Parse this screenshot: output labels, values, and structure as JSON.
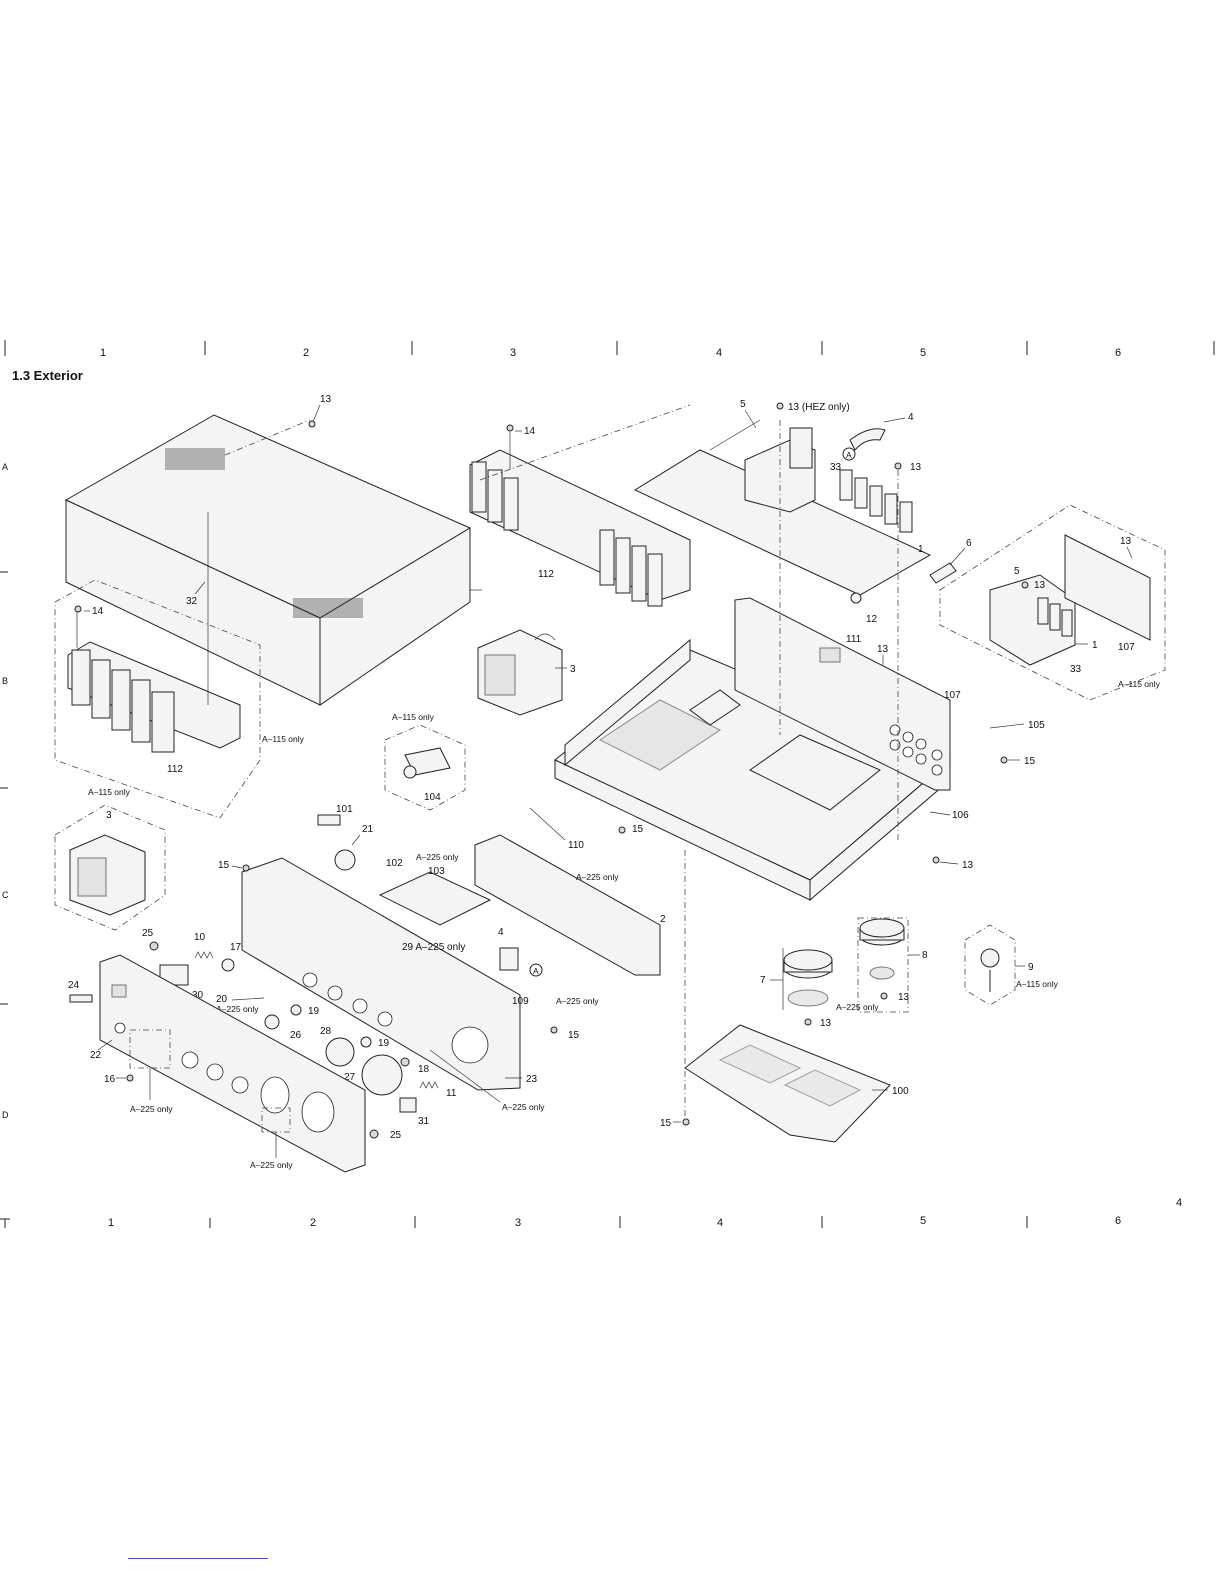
{
  "section_title": "1.3  Exterior",
  "column_numbers": [
    "1",
    "2",
    "3",
    "4",
    "5",
    "6"
  ],
  "row_labels": [
    "A",
    "B",
    "C",
    "D"
  ],
  "page_number": "4",
  "callouts": {
    "c13_top": "13",
    "c14_a": "14",
    "c5_top": "5",
    "c13_hez": "13 (HEZ only)",
    "c4": "4",
    "c33_a": "33",
    "c13_b": "13",
    "c1_a": "1",
    "c6": "6",
    "c13_c": "13",
    "c5_b": "5",
    "c13_d": "13",
    "c1_b": "1",
    "c33_b": "33",
    "c107_a": "107",
    "c32": "32",
    "c112_a": "112",
    "c12": "12",
    "c111": "111",
    "c13_e": "13",
    "c107_b": "107",
    "c14_b": "14",
    "c3_a": "3",
    "c105": "105",
    "c15_a": "15",
    "c112_b": "112",
    "c104": "104",
    "c106": "106",
    "c3_b": "3",
    "c101": "101",
    "c21": "21",
    "c15_b": "15",
    "c110": "110",
    "c102": "102",
    "c103": "103",
    "c15_c": "15",
    "c13_f": "13",
    "c2": "2",
    "c25_a": "25",
    "c10": "10",
    "c17": "17",
    "c29": "29 A–225 only",
    "c4_b": "4",
    "c8": "8",
    "c9": "9",
    "c24": "24",
    "c30": "30",
    "c20": "20",
    "c109": "109",
    "c7": "7",
    "c19_a": "19",
    "c26": "26",
    "c15_d": "15",
    "c13_g": "13",
    "c13_h": "13",
    "c22": "22",
    "c28": "28",
    "c19_b": "19",
    "c18": "18",
    "c23": "23",
    "c16": "16",
    "c27": "27",
    "c11": "11",
    "c100": "100",
    "c31": "31",
    "c15_e": "15",
    "c25_b": "25"
  },
  "notes": {
    "n_a115_topright": "A–115 only",
    "n_a115_left": "A–115 only",
    "n_a115_mid": "A–115 only",
    "n_a115_left2": "A–115 only",
    "n_a225_102": "A–225 only",
    "n_a225_2": "A–225 only",
    "n_a225_109": "A–225 only",
    "n_a225_20": "A–225 only",
    "n_a225_8": "A–225 only",
    "n_a115_9": "A–115 only",
    "n_a225_23": "A–225 only",
    "n_a225_16": "A–225 only",
    "n_a225_bottom": "A–225 only"
  },
  "connector_marks": [
    "A",
    "A"
  ]
}
